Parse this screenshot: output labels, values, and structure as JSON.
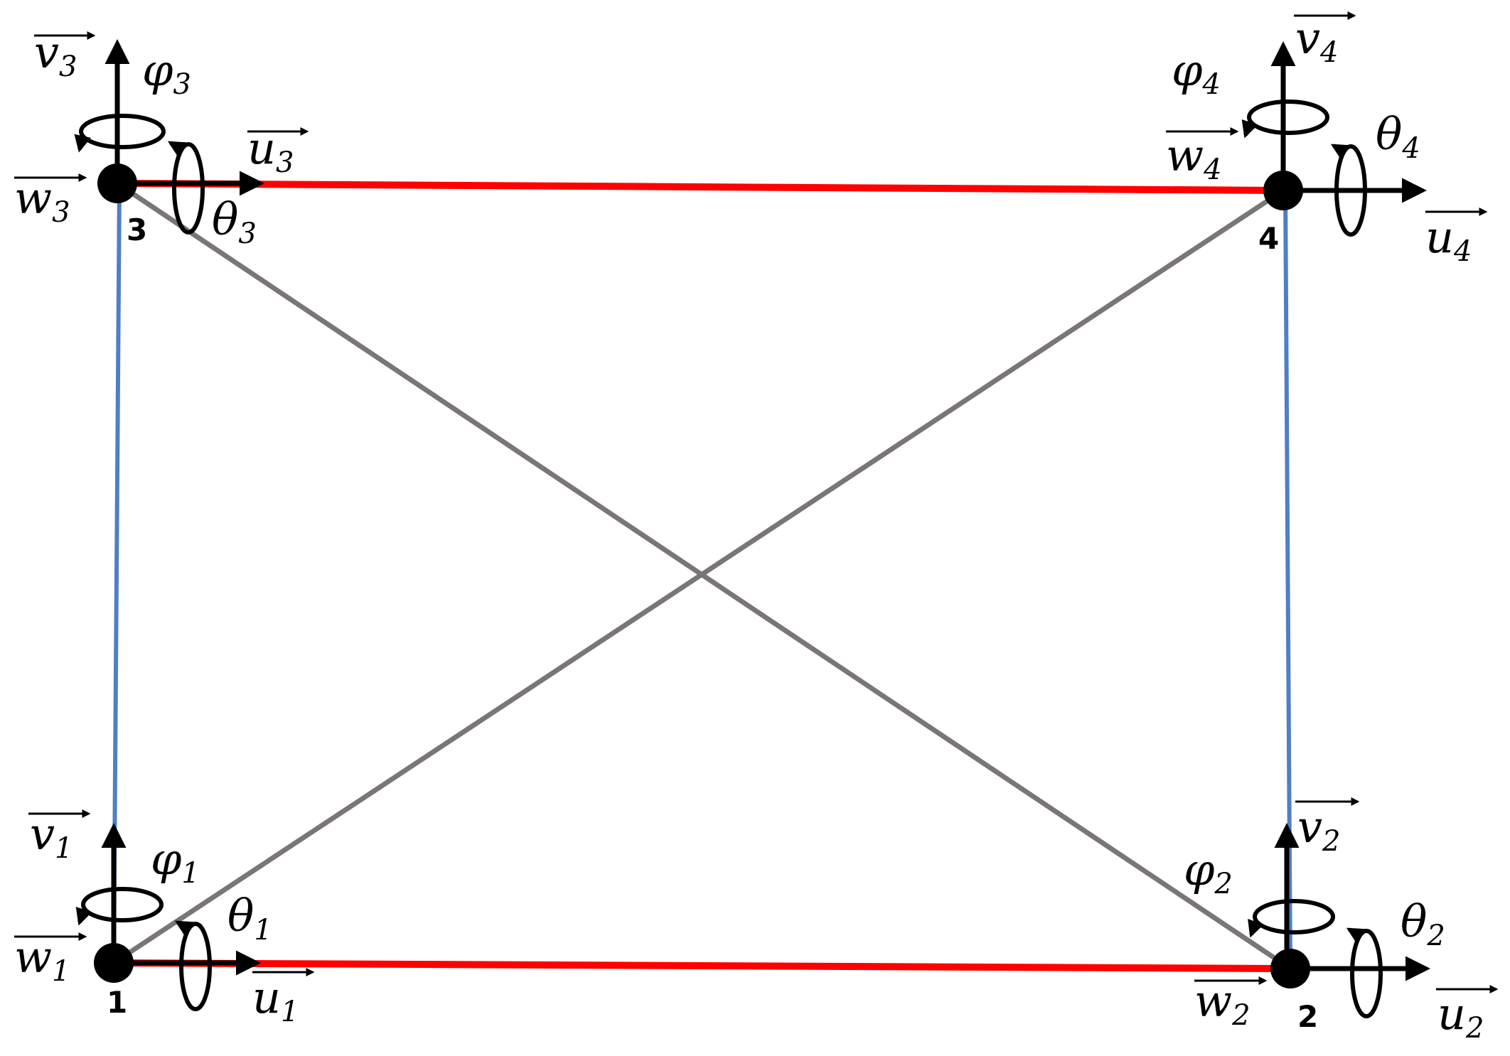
{
  "nodes": [
    {
      "id": "1",
      "label": "1",
      "u": "u",
      "v": "v",
      "w": "w",
      "phi": "φ",
      "theta": "θ",
      "index": "1"
    },
    {
      "id": "2",
      "label": "2",
      "u": "u",
      "v": "v",
      "w": "w",
      "phi": "φ",
      "theta": "θ",
      "index": "2"
    },
    {
      "id": "3",
      "label": "3",
      "u": "u",
      "v": "v",
      "w": "w",
      "phi": "φ",
      "theta": "θ",
      "index": "3"
    },
    {
      "id": "4",
      "label": "4",
      "u": "u",
      "v": "v",
      "w": "w",
      "phi": "φ",
      "theta": "θ",
      "index": "4"
    }
  ],
  "members": [
    {
      "from": "1",
      "to": "2",
      "color": "#ff0000"
    },
    {
      "from": "3",
      "to": "4",
      "color": "#ff0000"
    },
    {
      "from": "1",
      "to": "3",
      "color": "#4f7fc4"
    },
    {
      "from": "2",
      "to": "4",
      "color": "#4f7fc4"
    },
    {
      "from": "1",
      "to": "4",
      "color": "#7a7576"
    },
    {
      "from": "3",
      "to": "2",
      "color": "#7a7576"
    }
  ],
  "colors": {
    "node": "#000000",
    "arrow": "#000000"
  }
}
